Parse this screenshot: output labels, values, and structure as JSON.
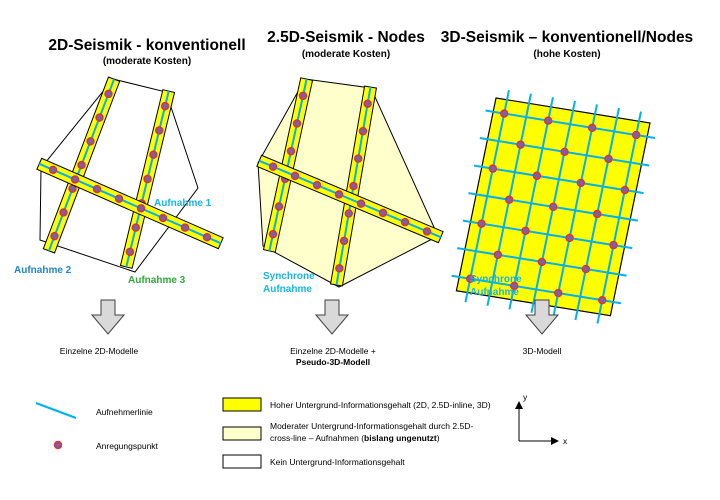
{
  "panels": [
    {
      "title": "2D-Seismik - konventionell",
      "cost": "(moderate Kosten)",
      "result": "Einzelne 2D-Modelle",
      "result_bold": ""
    },
    {
      "title": "2.5D-Seismik - Nodes",
      "cost": "(moderate Kosten)",
      "result": "Einzelne 2D-Modelle +",
      "result_bold": "Pseudo-3D-Modell"
    },
    {
      "title": "3D-Seismik – konventionell/Nodes",
      "cost": "(hohe Kosten)",
      "result": "3D-Modell",
      "result_bold": ""
    }
  ],
  "labels": {
    "aufnahme1": "Aufnahme 1",
    "aufnahme2": "Aufnahme 2",
    "aufnahme3": "Aufnahme 3",
    "synchrone": "Synchrone",
    "aufnahme": "Aufnahme"
  },
  "legend": {
    "receiver_line": "Aufnehmerlinie",
    "source_point": "Anregungspunkt",
    "high": "Hoher Untergrund-Informationsgehalt (2D, 2.5D-inline, 3D)",
    "moderate_1": "Moderater Untergrund-Informationsgehalt durch 2.5D-",
    "moderate_2": "cross-line – Aufnahmen (",
    "moderate_bold": "bislang ungenutzt",
    "moderate_3": ")",
    "none": "Kein Untergrund-Informationsgehalt"
  },
  "axes": {
    "y": "y",
    "x": "x"
  },
  "colors": {
    "high": "#ffff00",
    "moderate": "#ffffcc",
    "receiver_line": "#00b0f0",
    "source_fill": "#7f5fa8",
    "source_ring": "#e03030",
    "label_blue": "#1f87c8",
    "label_cyan": "#17b5e8",
    "label_green": "#2fa93a",
    "arrow_fill": "#d9d9d9"
  }
}
